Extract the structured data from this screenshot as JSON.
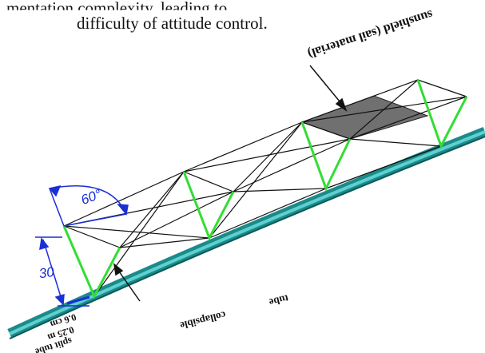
{
  "text": {
    "intro_fragment": "mentation complexity, leading to",
    "intro_line": "difficulty of attitude control."
  },
  "figure": {
    "sunshield_label": "sunshield (sail material)",
    "collapsible_label": "collapsible",
    "tube_label": "tube",
    "spec_line_1": "0.6 cm",
    "spec_line_2": "0.25 m",
    "spec_line_3": "split tube",
    "angle_label": "60°",
    "height_label": "30",
    "colors": {
      "frame": "#111111",
      "struts": "#33dd33",
      "panel": "#707070",
      "tube": "#1d8a8a",
      "tube_highlight": "#5fd0d0",
      "dimension": "#1a2fd6"
    }
  }
}
